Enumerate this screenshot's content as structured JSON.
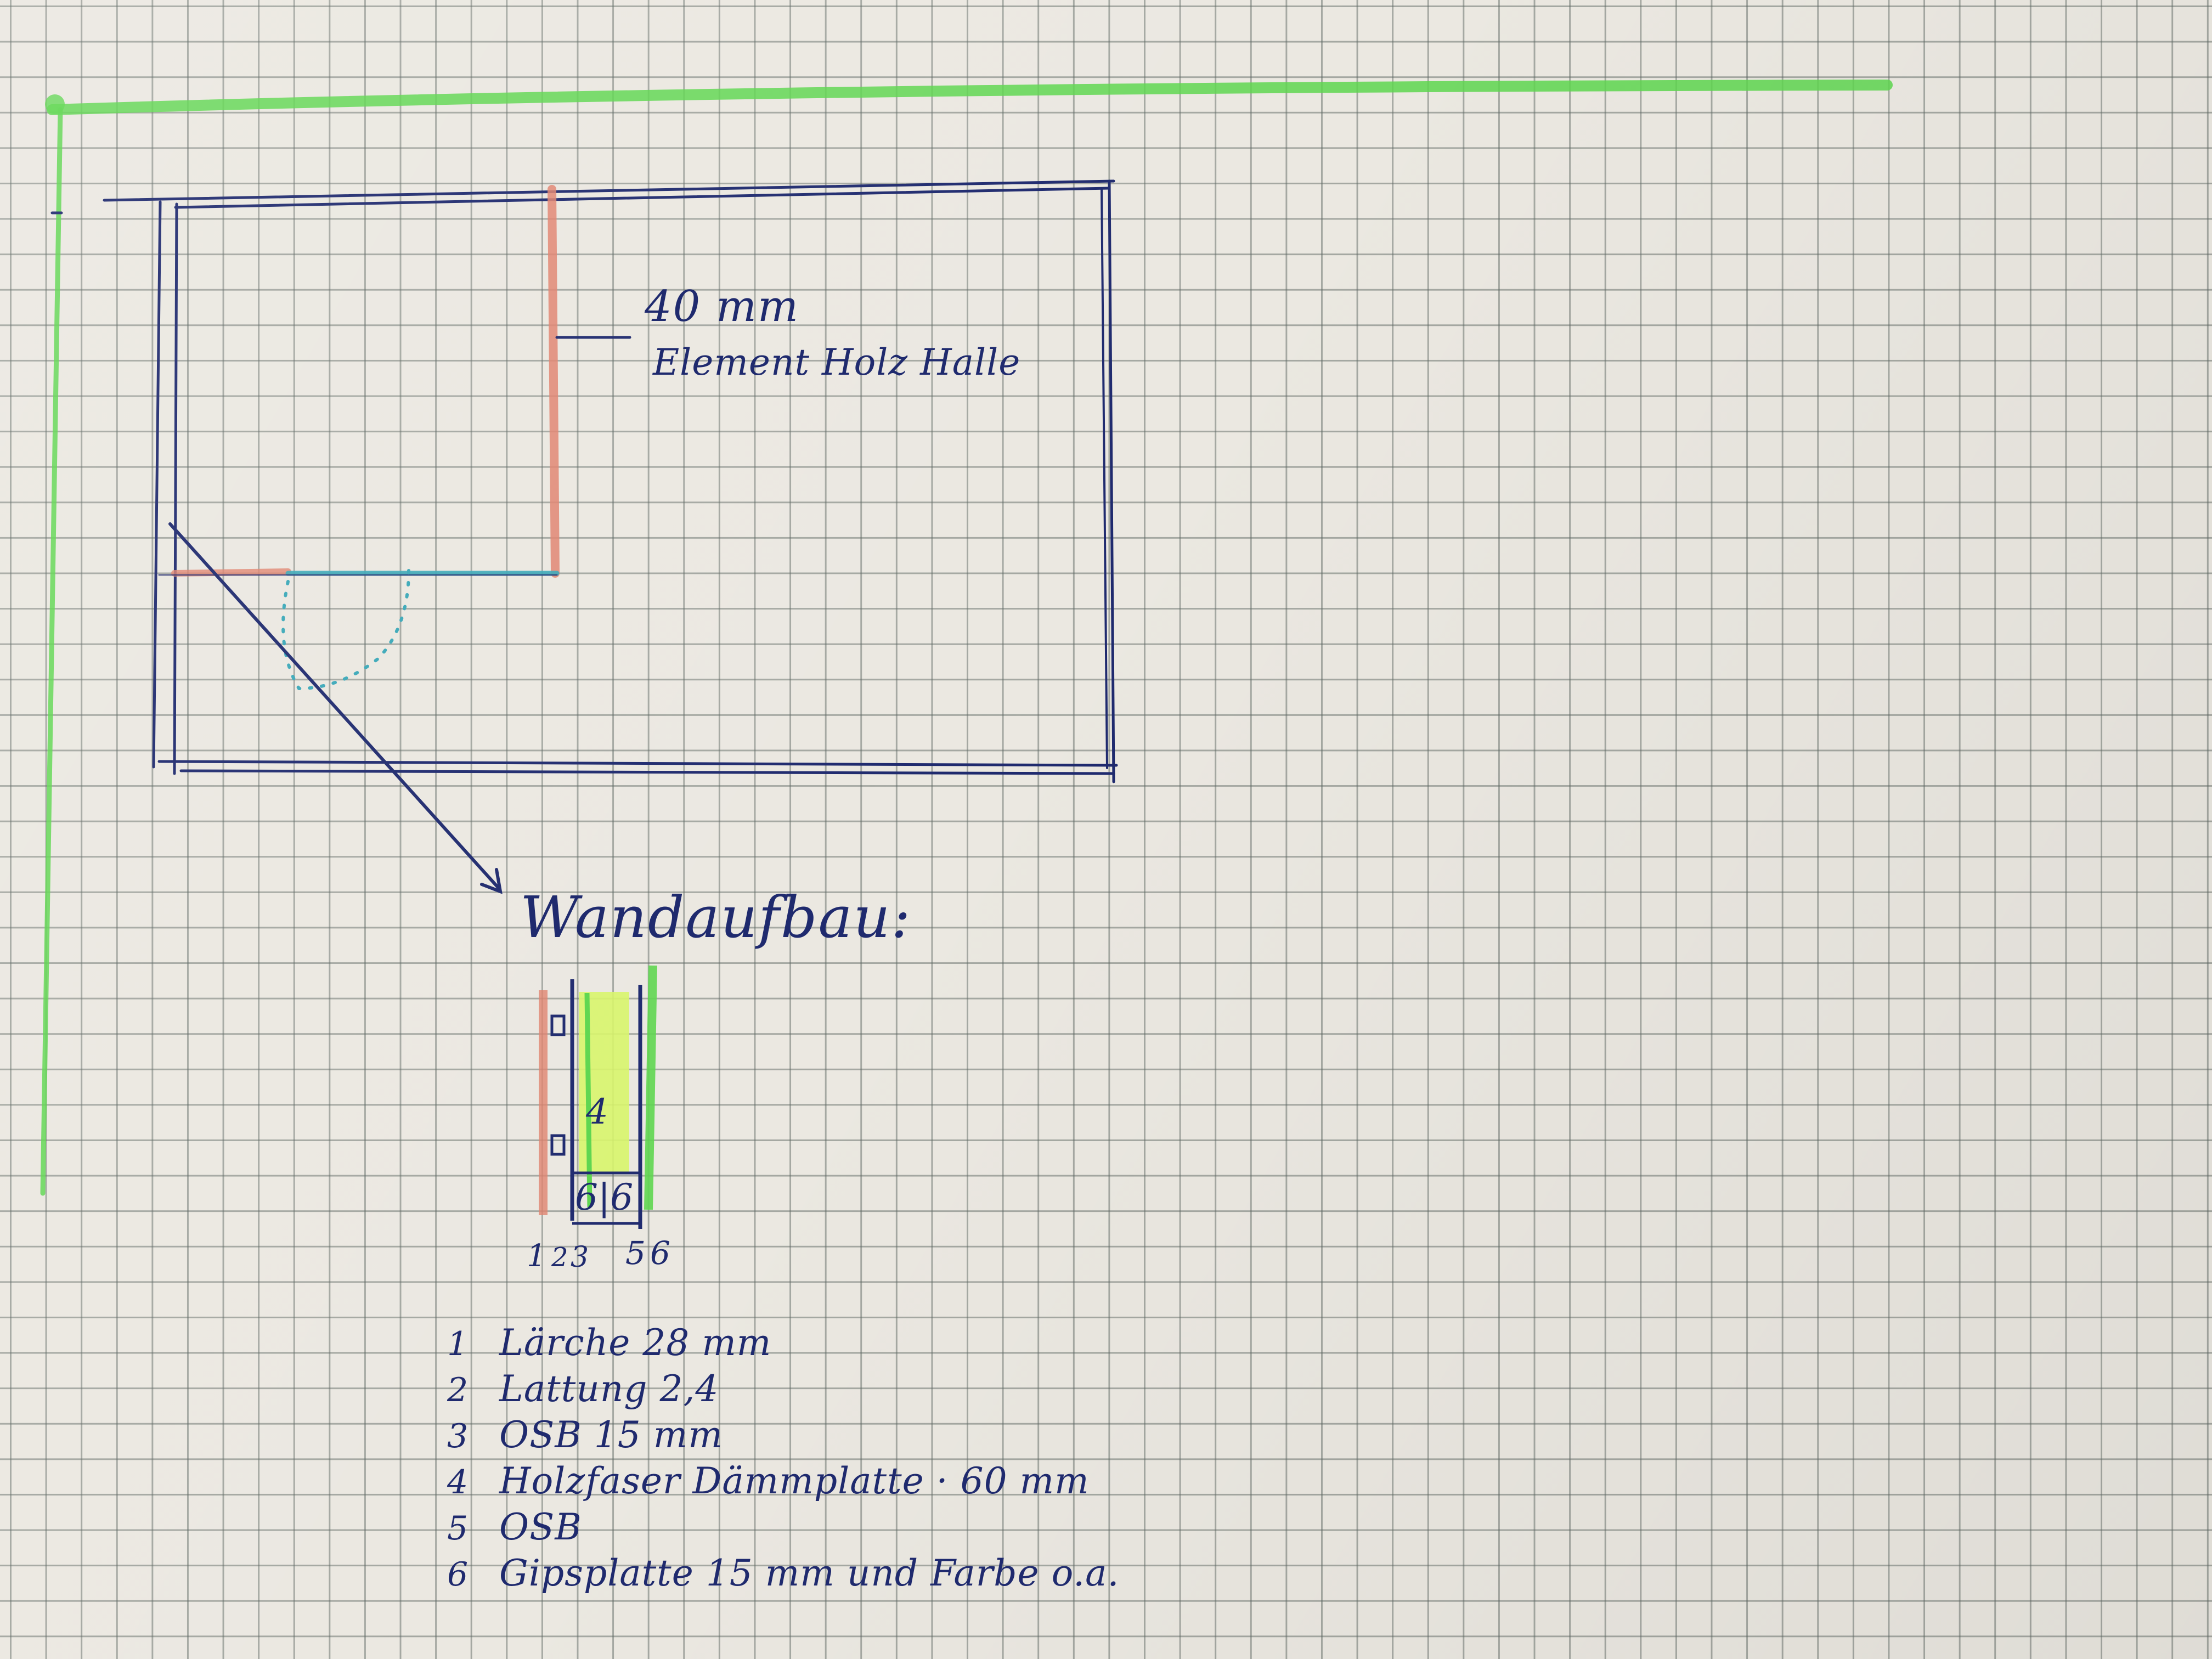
{
  "plan": {
    "dimension_label": "40 mm",
    "element_label": "Element Holz Halle"
  },
  "section": {
    "heading": "Wandaufbau:",
    "layer_numbers": [
      "1",
      "2",
      "3",
      "4",
      "5",
      "6"
    ],
    "cavity_label": "4",
    "bottom_label": "6|6"
  },
  "legend": {
    "items": [
      {
        "number": "1",
        "text": "Lärche 28 mm"
      },
      {
        "number": "2",
        "text": "Lattung 2,4"
      },
      {
        "number": "3",
        "text": "OSB 15 mm"
      },
      {
        "number": "4",
        "text": "Holzfaser Dämmplatte · 60 mm"
      },
      {
        "number": "5",
        "text": "OSB"
      },
      {
        "number": "6",
        "text": "Gipsplatte 15 mm und Farbe o.a."
      }
    ]
  },
  "colors": {
    "ink": "#1f2a6e",
    "red_pencil": "#e0826e",
    "cyan": "#3ba8b8",
    "green": "#5ed64f",
    "highlighter": "#d8f56a",
    "grid": "#8a928c"
  }
}
